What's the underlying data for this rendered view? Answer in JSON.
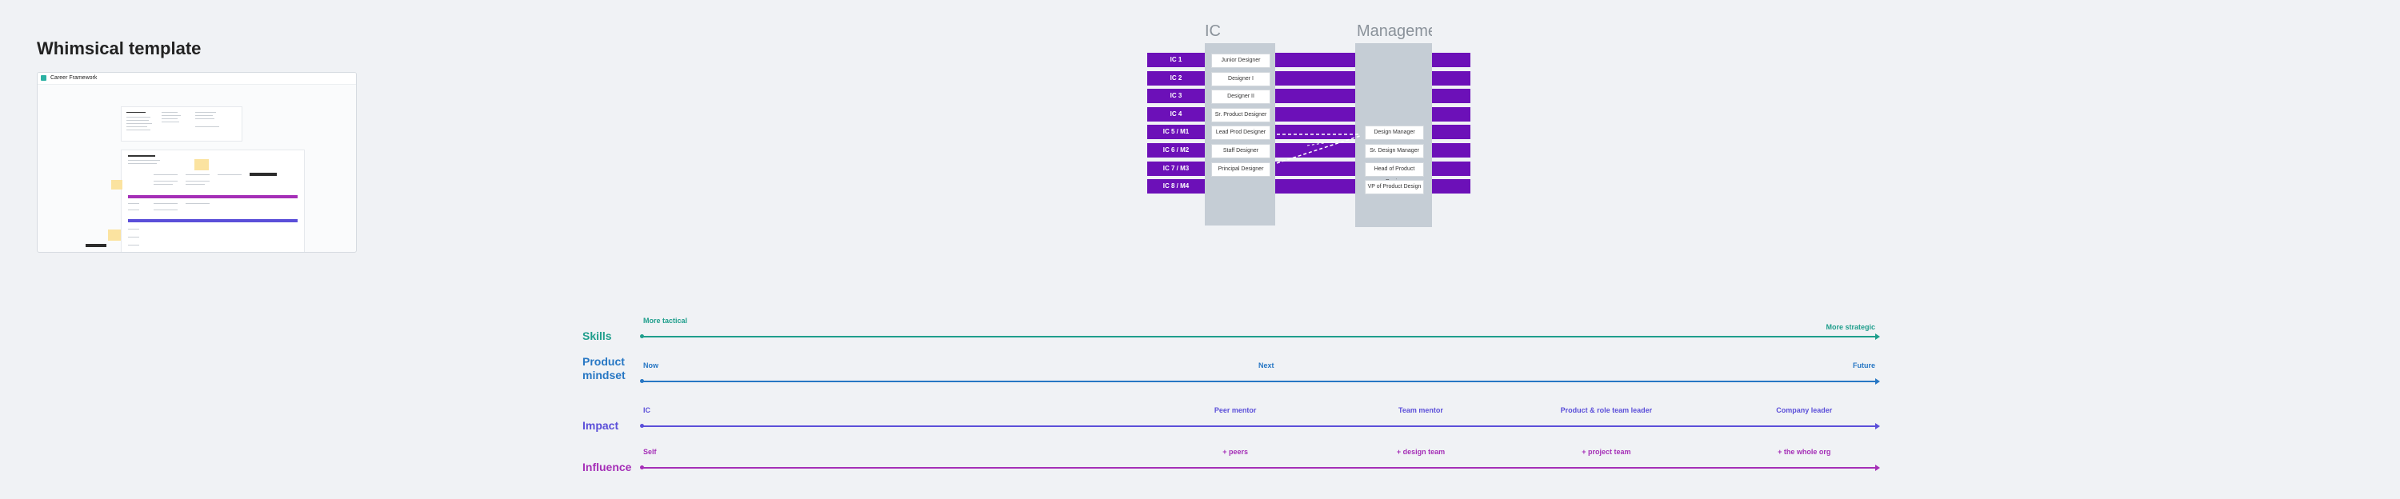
{
  "page": {
    "title": "Whimsical template"
  },
  "thumbnail": {
    "title": "Career Framework"
  },
  "ladder": {
    "ic_header": "IC",
    "mgmt_header": "Manageme",
    "levels": [
      "IC 1",
      "IC 2",
      "IC 3",
      "IC 4",
      "IC 5 / M1",
      "IC 6 / M2",
      "IC 7 / M3",
      "IC 8 / M4"
    ],
    "ic_roles": [
      "Junior Designer",
      "Designer I",
      "Designer II",
      "Sr. Product Designer",
      "Lead Prod Designer",
      "Staff Designer",
      "Principal Designer"
    ],
    "mgmt_roles": [
      "Design Manager",
      "Sr. Design Manager",
      "Head of Product Design",
      "VP of Product Design"
    ],
    "colors": {
      "band": "#6c10b8",
      "column": "#c5cdd5"
    }
  },
  "timelines": [
    {
      "label": "Skills",
      "color": "#1f9e8c",
      "ticks": [
        "More tactical",
        "More strategic"
      ]
    },
    {
      "label": "Product mindset",
      "color": "#2777c4",
      "ticks": [
        "Now",
        "Next",
        "Future"
      ]
    },
    {
      "label": "Impact",
      "color": "#5b4fd9",
      "ticks": [
        "IC",
        "Peer mentor",
        "Team mentor",
        "Product & role team leader",
        "Company leader"
      ]
    },
    {
      "label": "Influence",
      "color": "#a52fb7",
      "ticks": [
        "Self",
        "+ peers",
        "+ design team",
        "+ project team",
        "+ the whole org"
      ]
    }
  ]
}
